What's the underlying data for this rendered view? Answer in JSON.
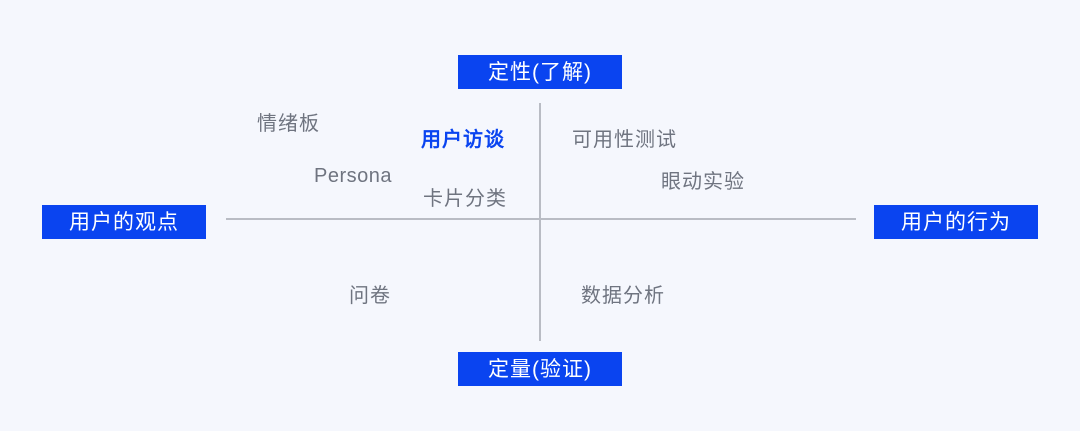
{
  "diagram": {
    "title_hidden": "",
    "background_color": "#f5f7fd",
    "accent_color": "#0a44f0",
    "muted_color": "#6f7480",
    "axis_color": "#b9bcc4",
    "axes": {
      "top_label": "定性(了解)",
      "bottom_label": "定量(验证)",
      "left_label": "用户的观点",
      "right_label": "用户的行为"
    },
    "methods": [
      {
        "label": "情绪板",
        "quadrant": "top-left",
        "highlighted": false
      },
      {
        "label": "Persona",
        "quadrant": "top-left",
        "highlighted": false
      },
      {
        "label": "用户访谈",
        "quadrant": "top-left",
        "highlighted": true
      },
      {
        "label": "卡片分类",
        "quadrant": "top-left",
        "highlighted": false
      },
      {
        "label": "可用性测试",
        "quadrant": "top-right",
        "highlighted": false
      },
      {
        "label": "眼动实验",
        "quadrant": "top-right",
        "highlighted": false
      },
      {
        "label": "问卷",
        "quadrant": "bottom-left",
        "highlighted": false
      },
      {
        "label": "数据分析",
        "quadrant": "bottom-right",
        "highlighted": false
      }
    ]
  }
}
